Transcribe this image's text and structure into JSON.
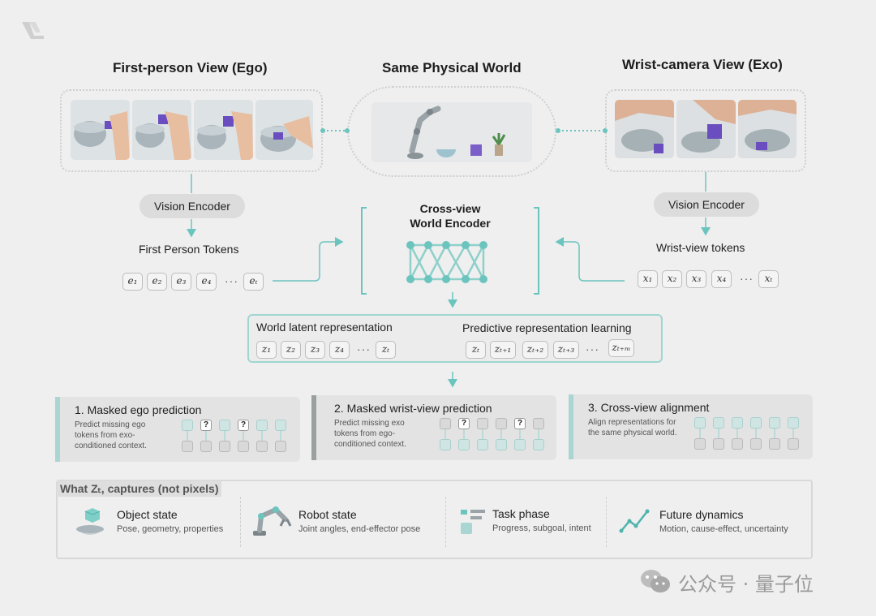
{
  "views": {
    "ego_title": "First-person View (Ego)",
    "world_title": "Same Physical World",
    "exo_title": "Wrist-camera View (Exo)"
  },
  "encoders": {
    "left": "Vision Encoder",
    "right": "Vision Encoder",
    "center_line1": "Cross-view",
    "center_line2": "World Encoder"
  },
  "tokens": {
    "first_person_label": "First Person Tokens",
    "wrist_label": "Wrist-view tokens",
    "ego": [
      "e₁",
      "e₂",
      "e₃",
      "e₄",
      "eₜ"
    ],
    "exo": [
      "x₁",
      "x₂",
      "x₃",
      "x₄",
      "xₜ"
    ],
    "ellipsis": "···"
  },
  "latent": {
    "left_title": "World latent representation",
    "right_title": "Predictive representation learning",
    "left_tokens": [
      "z₁",
      "z₂",
      "z₃",
      "z₄",
      "zₜ"
    ],
    "right_tokens": [
      "zₜ",
      "zₜ₊₁",
      "zₜ₊₂",
      "zₜ₊₃",
      "zₜ₊ₘ"
    ],
    "ellipsis": "···"
  },
  "tasks": [
    {
      "title": "1. Masked ego prediction",
      "desc": "Predict missing ego tokens from exo-conditioned context.",
      "accent": "#a9d6d2"
    },
    {
      "title": "2. Masked wrist-view prediction",
      "desc": "Predict missing exo tokens from ego-conditioned context.",
      "accent": "#9aa09e"
    },
    {
      "title": "3. Cross-view alignment",
      "desc": "Align representations for the same physical world.",
      "accent": "#a9d6d2"
    }
  ],
  "question_mark": "?",
  "captures": {
    "header": "What Zₜ, captures  (not pixels)",
    "items": [
      {
        "title": "Object state",
        "sub": "Pose, geometry, properties",
        "icon": "cube-bowl-icon"
      },
      {
        "title": "Robot state",
        "sub": "Joint angles, end-effector pose",
        "icon": "robot-arm-icon"
      },
      {
        "title": "Task phase",
        "sub": "Progress, subgoal, intent",
        "icon": "task-list-icon"
      },
      {
        "title": "Future dynamics",
        "sub": "Motion, cause-effect, uncertainty",
        "icon": "trend-line-icon"
      }
    ]
  },
  "watermark": "公众号 · 量子位",
  "colors": {
    "accent": "#6cc4be",
    "accent_dark": "#4fb3ad",
    "background": "#efefef"
  }
}
